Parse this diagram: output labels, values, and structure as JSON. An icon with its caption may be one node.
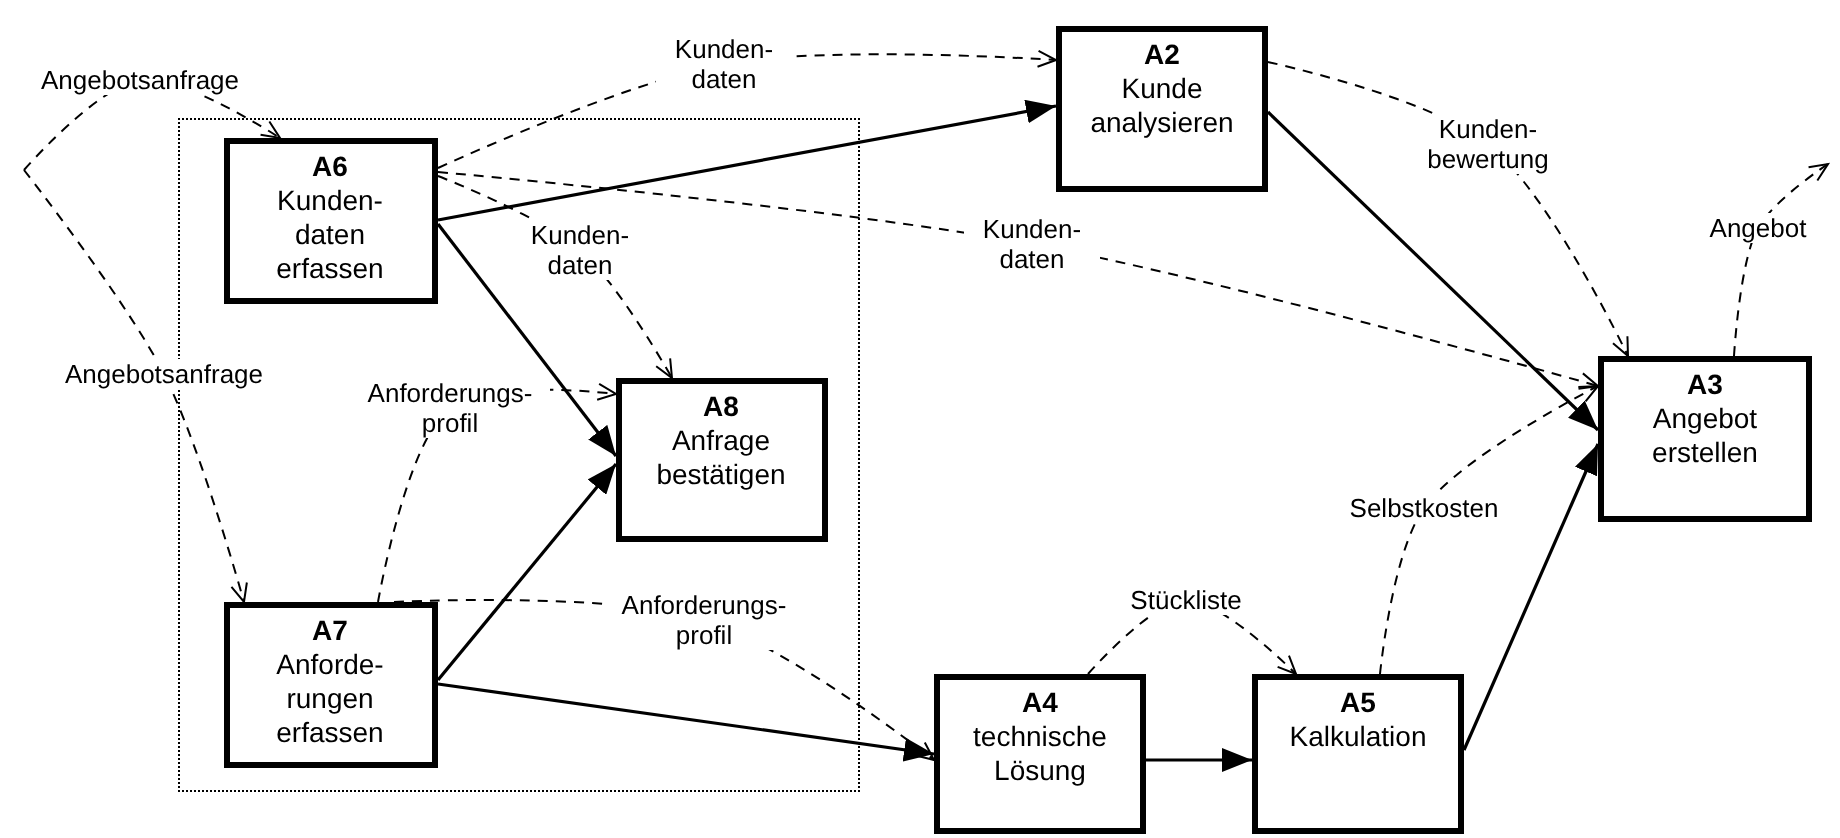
{
  "diagram": {
    "nodes": [
      {
        "text": [],
        "shape": "box"
      },
      {
        "text": [
          "A6",
          "Kunden- daten erfassen"
        ],
        "in": 0
      },
      {
        "text": [
          "A7",
          "Anforde- rungen erfassen"
        ],
        "in": 0
      },
      {
        "text": [
          "A8",
          "Anfrage bestätigen"
        ],
        "in": 0
      },
      {
        "text": [
          "A2",
          "Kunde analysieren"
        ]
      },
      {
        "text": [
          "A3",
          "Angebot erstellen"
        ]
      },
      {
        "text": [
          "A4",
          "technische Lösung"
        ]
      },
      {
        "text": [
          "A5",
          "Kalkulation"
        ]
      }
    ],
    "edges": [
      {
        "from": null,
        "to": 1,
        "arrow": "to",
        "label": "Angebotsanfrage",
        "style": "dashed"
      },
      {
        "from": null,
        "to": 2,
        "arrow": "to",
        "label": "Angebotsanfrage",
        "style": "dashed"
      },
      {
        "from": 1,
        "to": 4,
        "arrow": "to",
        "label": "Kunden- daten",
        "style": "dashed"
      },
      {
        "from": 1,
        "to": 3,
        "arrow": "to",
        "label": "Kunden- daten",
        "style": "dashed"
      },
      {
        "from": 1,
        "to": 5,
        "arrow": "to",
        "label": "Kunden- daten",
        "style": "dashed"
      },
      {
        "from": 2,
        "to": 3,
        "arrow": "to",
        "label": "Anforderungs- profil",
        "style": "dashed"
      },
      {
        "from": 2,
        "to": 6,
        "arrow": "to",
        "label": "Anforderungs- profil",
        "style": "dashed"
      },
      {
        "from": 4,
        "to": 5,
        "arrow": "to",
        "label": "Kunden- bewertung",
        "style": "dashed"
      },
      {
        "from": 5,
        "to": null,
        "arrow": "to",
        "label": "Angebot",
        "style": "dashed"
      },
      {
        "from": 6,
        "to": 7,
        "arrow": "to",
        "label": "Stückliste",
        "style": "dashed"
      },
      {
        "from": 7,
        "to": 5,
        "arrow": "to",
        "label": "Selbstkosten",
        "style": "dashed"
      },
      {
        "from": 1,
        "to": 4,
        "arrow": "to"
      },
      {
        "from": 1,
        "to": 3,
        "arrow": "to"
      },
      {
        "from": 2,
        "to": 3,
        "arrow": "to"
      },
      {
        "from": 2,
        "to": 6,
        "arrow": "to"
      },
      {
        "from": 4,
        "to": 5,
        "arrow": "to"
      },
      {
        "from": 6,
        "to": 7,
        "arrow": "to"
      },
      {
        "from": 7,
        "to": 5,
        "arrow": "to"
      }
    ]
  }
}
